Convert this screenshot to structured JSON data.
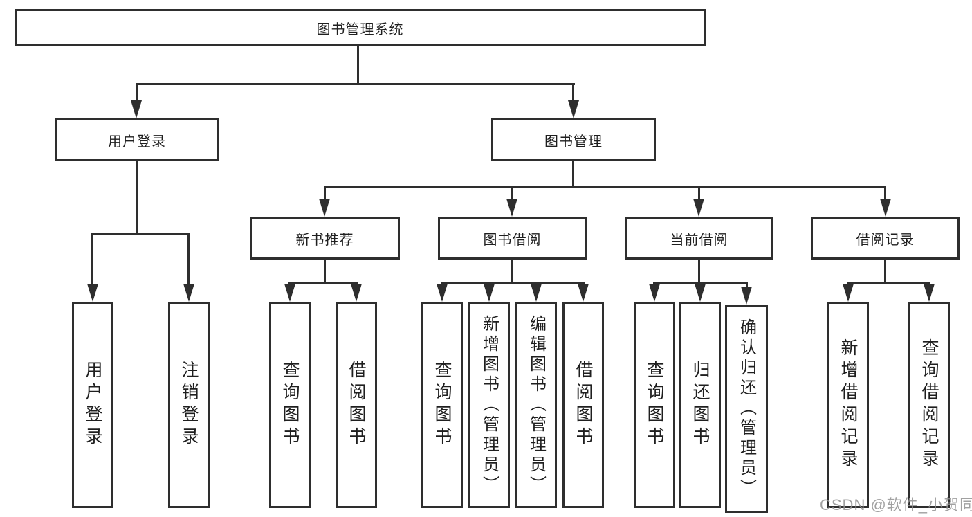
{
  "colors": {
    "line": "#2e2e2e",
    "text": "#1f1f1f",
    "watermark": "#919191"
  },
  "tree": {
    "root": {
      "label": "图书管理系统"
    },
    "branches": [
      {
        "label": "用户登录",
        "children": [
          "用户登录",
          "注销登录"
        ]
      },
      {
        "label": "图书管理",
        "sections": [
          {
            "label": "新书推荐",
            "children": [
              "查询图书",
              "借阅图书"
            ]
          },
          {
            "label": "图书借阅",
            "children": [
              "查询图书",
              "新增图书（管理员）",
              "编辑图书（管理员）",
              "借阅图书"
            ]
          },
          {
            "label": "当前借阅",
            "children": [
              "查询图书",
              "归还图书",
              "确认归还（管理员）"
            ]
          },
          {
            "label": "借阅记录",
            "children": [
              "新增借阅记录",
              "查询借阅记录"
            ]
          }
        ]
      }
    ]
  },
  "watermark": "CSDN @软件_小贺同学"
}
